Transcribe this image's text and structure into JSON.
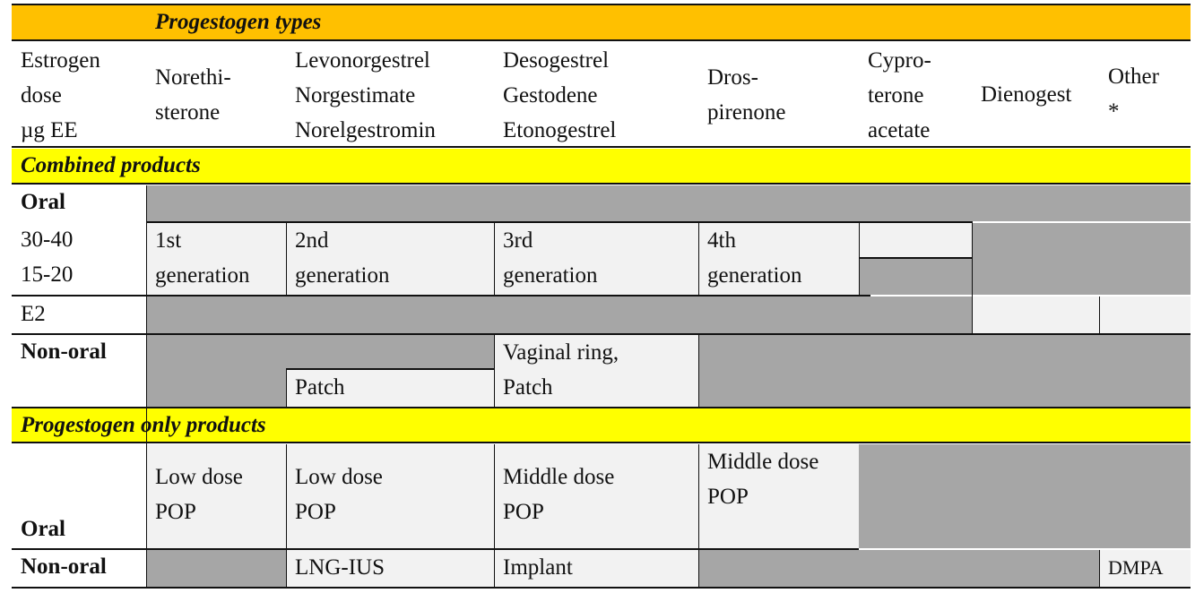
{
  "header": {
    "progestogen_types": "Progestogen types",
    "estrogen": [
      "Estrogen",
      "dose",
      "µg EE"
    ],
    "norethisterone": [
      "Norethi-",
      "sterone"
    ],
    "levonorgestrel": [
      "Levonorgestrel",
      "Norgestimate",
      "Norelgestromin"
    ],
    "desogestrel": [
      "Desogestrel",
      "Gestodene",
      "Etonogestrel"
    ],
    "drospirenone": [
      "Dros-",
      "pirenone"
    ],
    "cyproterone": [
      "Cypro-",
      "terone",
      "acetate"
    ],
    "dienogest": "Dienogest",
    "other": [
      "Other",
      "*"
    ]
  },
  "combined": {
    "section": "Combined products",
    "oral": "Oral",
    "doses": [
      "30-40",
      "15-20"
    ],
    "gen1": [
      "1st",
      "generation"
    ],
    "gen2": [
      "2nd",
      "generation"
    ],
    "gen3": [
      "3rd",
      "generation"
    ],
    "gen4": [
      "4th",
      "generation"
    ],
    "e2": "E2",
    "non_oral": "Non-oral",
    "patch": "Patch",
    "vaginal_ring": [
      "Vaginal ring,",
      "Patch"
    ]
  },
  "progestogen_only": {
    "section": "Progestogen only products",
    "oral": "Oral",
    "low_dose_1": [
      "Low dose",
      "POP"
    ],
    "low_dose_2": [
      "Low dose",
      "POP"
    ],
    "middle_dose_1": [
      "Middle dose",
      "POP"
    ],
    "middle_dose_2": [
      "Middle dose",
      "POP"
    ],
    "non_oral": "Non-oral",
    "lng_ius": "LNG-IUS",
    "implant": "Implant",
    "dmpa": "DMPA"
  }
}
